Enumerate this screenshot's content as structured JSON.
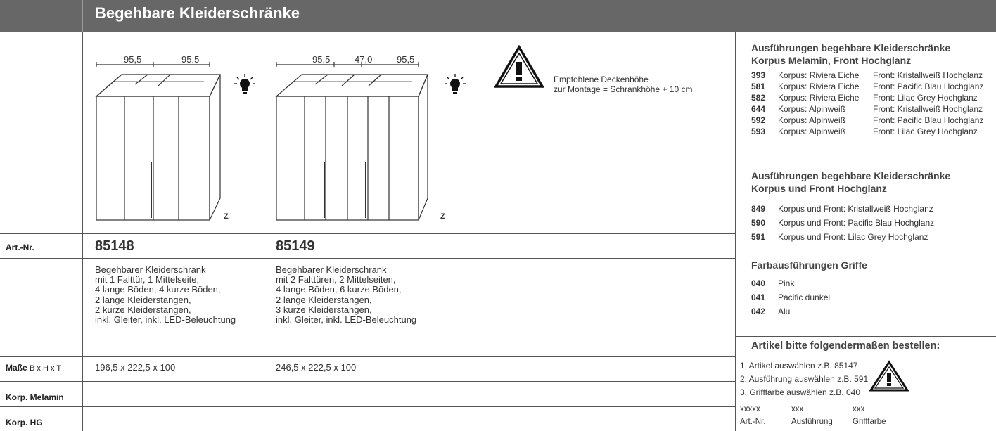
{
  "header": {
    "title": "Begehbare Kleiderschränke"
  },
  "warning": {
    "line1": "Empfohlene Deckenhöhe",
    "line2": "zur Montage = Schrankhöhe + 10 cm"
  },
  "drawings": [
    {
      "dims": [
        "95,5",
        "95,5"
      ],
      "marker": "Z"
    },
    {
      "dims": [
        "95,5",
        "47,0",
        "95,5"
      ],
      "marker": "Z"
    }
  ],
  "row_labels": {
    "art_nr": "Art.-Nr.",
    "masse": "Maße",
    "masse_suffix": "B x H x T",
    "korp_melamin": "Korp. Melamin",
    "korp_hg": "Korp. HG"
  },
  "products": [
    {
      "art_nr": "85148",
      "description": [
        "Begehbarer Kleiderschrank",
        "mit 1 Falttür, 1 Mittelseite,",
        "4 lange Böden, 4 kurze Böden,",
        "2 lange Kleiderstangen,",
        "2 kurze Kleiderstangen,",
        "inkl. Gleiter, inkl. LED-Beleuchtung"
      ],
      "masse": "196,5 x 222,5 x 100"
    },
    {
      "art_nr": "85149",
      "description": [
        "Begehbarer Kleiderschrank",
        "mit 2 Falttüren, 2 Mittelseiten,",
        "4 lange Böden, 6 kurze Böden,",
        "2 lange Kleiderstangen,",
        "3 kurze Kleiderstangen,",
        "inkl. Gleiter, inkl. LED-Beleuchtung"
      ],
      "masse": "246,5 x 222,5 x 100"
    }
  ],
  "panel": {
    "section1": {
      "title1": "Ausführungen begehbare Kleiderschränke",
      "title2": "Korpus Melamin, Front Hochglanz",
      "rows": [
        {
          "code": "393",
          "korpus": "Korpus: Riviera Eiche",
          "front": "Front: Kristallweiß Hochglanz"
        },
        {
          "code": "581",
          "korpus": "Korpus: Riviera Eiche",
          "front": "Front: Pacific Blau Hochglanz"
        },
        {
          "code": "582",
          "korpus": "Korpus: Riviera Eiche",
          "front": "Front: Lilac Grey Hochglanz"
        },
        {
          "code": "644",
          "korpus": "Korpus: Alpinweiß",
          "front": "Front: Kristallweiß Hochglanz"
        },
        {
          "code": "592",
          "korpus": "Korpus: Alpinweiß",
          "front": "Front: Pacific Blau Hochglanz"
        },
        {
          "code": "593",
          "korpus": "Korpus: Alpinweiß",
          "front": "Front: Lilac Grey Hochglanz"
        }
      ]
    },
    "section2": {
      "title1": "Ausführungen begehbare Kleiderschränke",
      "title2": "Korpus und Front Hochglanz",
      "rows": [
        {
          "code": "849",
          "text": "Korpus und Front: Kristallweiß Hochglanz"
        },
        {
          "code": "590",
          "text": "Korpus und Front: Pacific Blau Hochglanz"
        },
        {
          "code": "591",
          "text": "Korpus und Front: Lilac Grey Hochglanz"
        }
      ]
    },
    "section3": {
      "title": "Farbausführungen Griffe",
      "rows": [
        {
          "code": "040",
          "text": "Pink"
        },
        {
          "code": "041",
          "text": "Pacific dunkel"
        },
        {
          "code": "042",
          "text": "Alu"
        }
      ]
    },
    "order": {
      "title": "Artikel bitte folgendermaßen bestellen:",
      "steps": [
        "1. Artikel auswählen z.B. 85147",
        "2. Ausführung auswählen z.B. 591",
        "3. Grifffarbe auswählen z.B. 040"
      ],
      "pattern": [
        "xxxxx",
        "xxx",
        "xxx"
      ],
      "legend": [
        "Art.-Nr.",
        "Ausführung",
        "Grifffarbe"
      ]
    }
  },
  "colors": {
    "header_bg": "#676767",
    "line": "#555555"
  },
  "icons": [
    "warning-icon",
    "lightbulb-icon"
  ]
}
